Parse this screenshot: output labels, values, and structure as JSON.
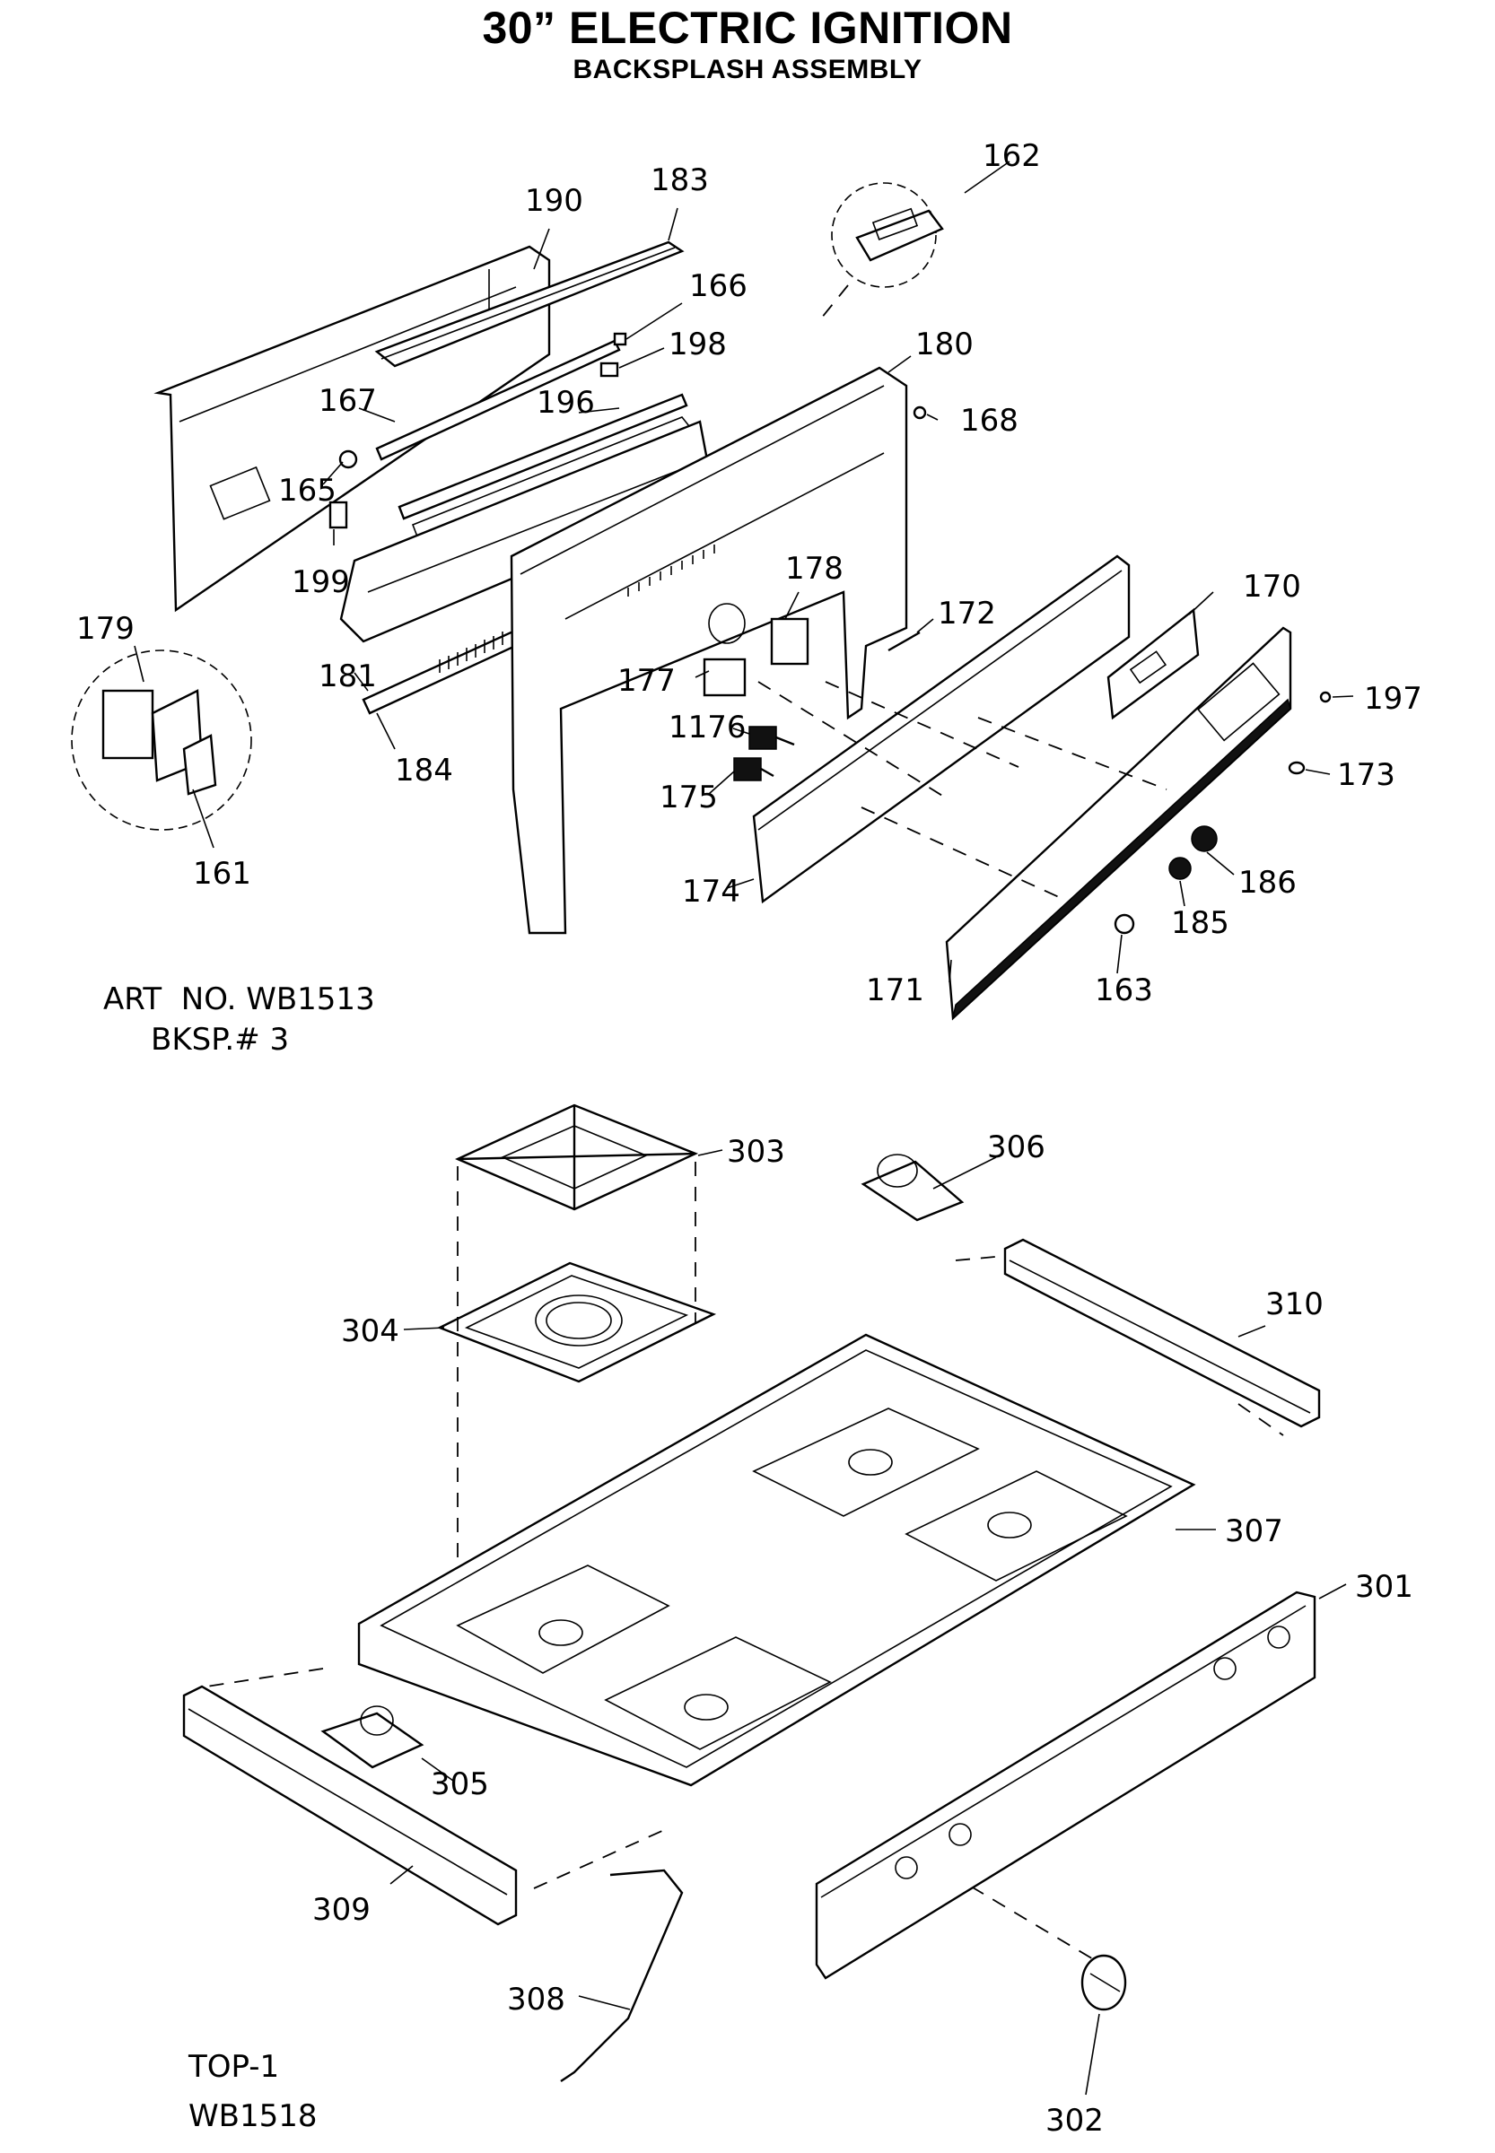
{
  "title": {
    "main": "30” ELECTRIC IGNITION",
    "sub": "BACKSPLASH ASSEMBLY"
  },
  "art_numbers": {
    "backsplash": [
      "ART  NO. WB1513",
      "BKSP.# 3"
    ],
    "top": [
      "TOP-1",
      "WB1518"
    ]
  },
  "parts": {
    "p161": "161",
    "p162": "162",
    "p163": "163",
    "p165": "165",
    "p166": "166",
    "p167": "167",
    "p168": "168",
    "p170": "170",
    "p171": "171",
    "p172": "172",
    "p173": "173",
    "p174": "174",
    "p175": "175",
    "p1176": "1176",
    "p177": "177",
    "p178": "178",
    "p179": "179",
    "p180": "180",
    "p181": "181",
    "p183": "183",
    "p184": "184",
    "p185": "185",
    "p186": "186",
    "p190": "190",
    "p196": "196",
    "p197": "197",
    "p198": "198",
    "p199": "199",
    "p301": "301",
    "p302": "302",
    "p303": "303",
    "p304": "304",
    "p305": "305",
    "p306": "306",
    "p307": "307",
    "p308": "308",
    "p309": "309",
    "p310": "310"
  }
}
